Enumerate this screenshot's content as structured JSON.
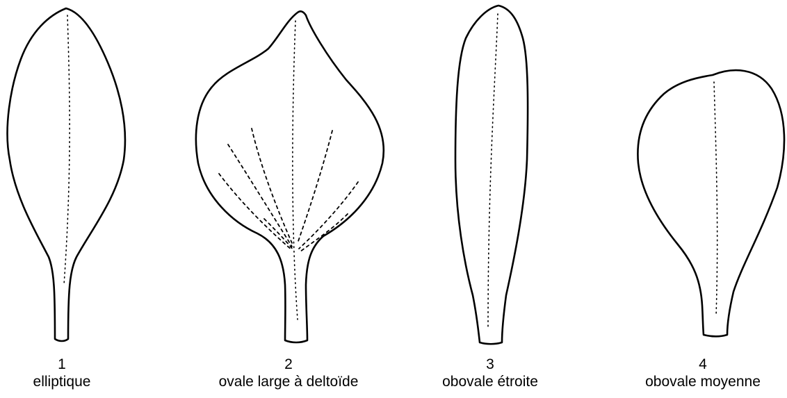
{
  "leaves": [
    {
      "number": "1",
      "name": "elliptique"
    },
    {
      "number": "2",
      "name": "ovale large à deltoïde"
    },
    {
      "number": "3",
      "name": "obovale étroite"
    },
    {
      "number": "4",
      "name": "obovale moyenne"
    }
  ],
  "colors": {
    "ink": "#000000",
    "background": "#ffffff"
  }
}
